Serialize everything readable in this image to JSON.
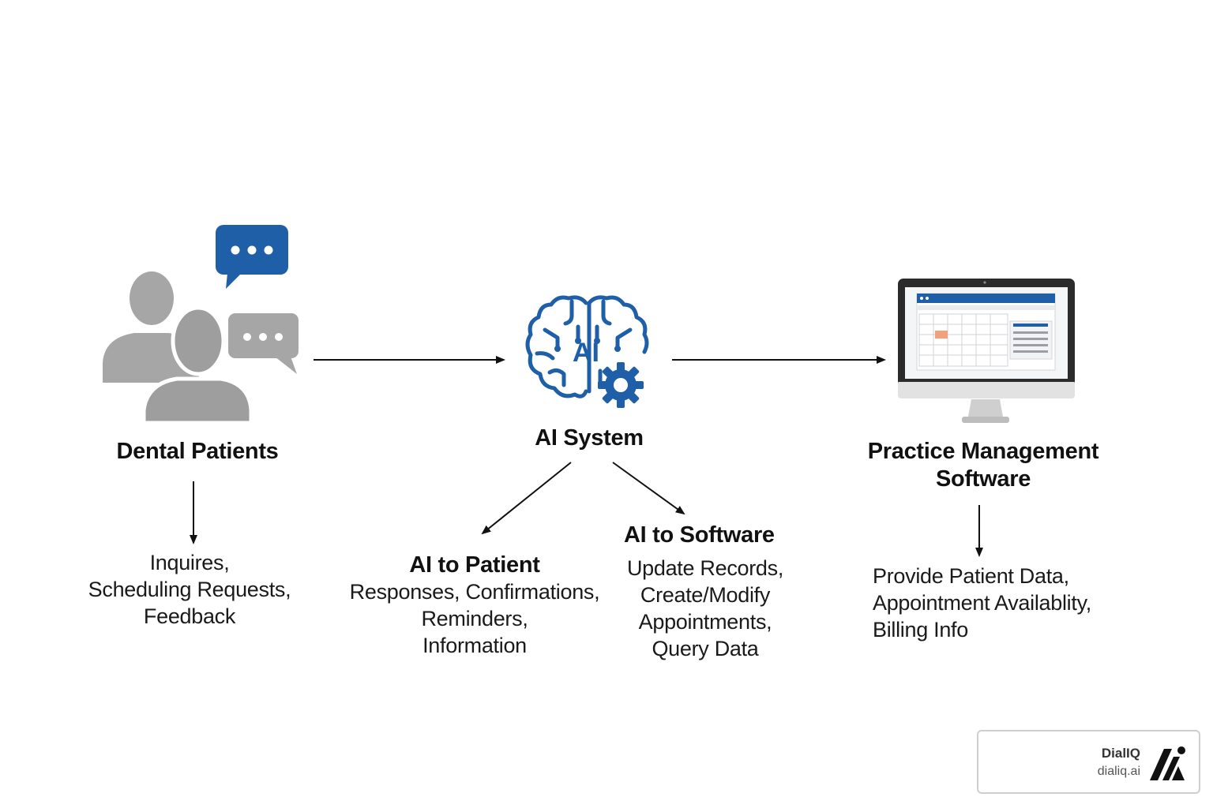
{
  "colors": {
    "accent_blue": "#1f5fa8",
    "person_gray": "#a3a3a3",
    "arrow": "#111111",
    "highlight_cell": "#f2a27a"
  },
  "nodes": {
    "patients": {
      "icon": "people-chat-icon",
      "title": "Dental Patients",
      "details": [
        "Inquires,",
        "Scheduling Requests,",
        "Feedback"
      ]
    },
    "ai_system": {
      "icon": "ai-brain-gear-icon",
      "title": "AI System",
      "brain_label": "AI"
    },
    "software": {
      "icon": "computer-monitor-icon",
      "title_lines": [
        "Practice Management",
        "Software"
      ],
      "details": [
        "Provide Patient Data,",
        "Appointment Availablity,",
        "Billing Info"
      ]
    }
  },
  "branches": {
    "ai_to_patient": {
      "title": "AI to Patient",
      "details": [
        "Responses, Confirmations,",
        "Reminders,",
        "Information"
      ]
    },
    "ai_to_software": {
      "title": "AI to Software",
      "details": [
        "Update Records,",
        "Create/Modify",
        "Appointments,",
        "Query Data"
      ]
    }
  },
  "watermark": {
    "name": "DialIQ",
    "url": "dialiq.ai",
    "icon": "dialiq-logo-icon"
  }
}
